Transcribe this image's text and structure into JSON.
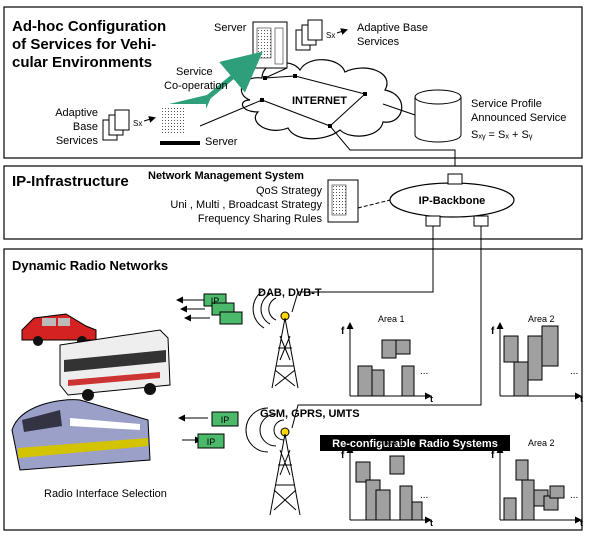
{
  "panel_top": {
    "title_lines": [
      "Ad-hoc Configuration",
      "of Services for Vehi-",
      "cular Environments"
    ],
    "server_top_label": "Server",
    "adaptive_top_lines": [
      "Adaptive Base",
      "Services"
    ],
    "cooperation_lines": [
      "Service",
      "Co-operation"
    ],
    "internet_label": "INTERNET",
    "adaptive_left_lines": [
      "Adaptive",
      "Base",
      "Services"
    ],
    "server_left_label": "Server",
    "profile_lines": [
      "Service Profile",
      "Announced Service"
    ],
    "formula": "Sₓᵧ = Sₓ + Sᵧ"
  },
  "panel_mid": {
    "title": "IP-Infrastructure",
    "nms_title": "Network Management System",
    "nms_lines": [
      "QoS Strategy",
      "Uni , Multi , Broadcast Strategy",
      "Frequency Sharing Rules"
    ],
    "backbone_label": "IP-Backbone"
  },
  "panel_bottom": {
    "title": "Dynamic Radio Networks",
    "dab_label": "DAB, DVB-T",
    "gsm_label": "GSM, GPRS, UMTS",
    "ip_label": "IP",
    "reconf_label": "Re-configurable Radio Systems",
    "radio_select": "Radio Interface Selection",
    "area1": "Area 1",
    "area2": "Area 2",
    "f_axis": "f",
    "t_axis": "t",
    "ellipsis": "..."
  }
}
